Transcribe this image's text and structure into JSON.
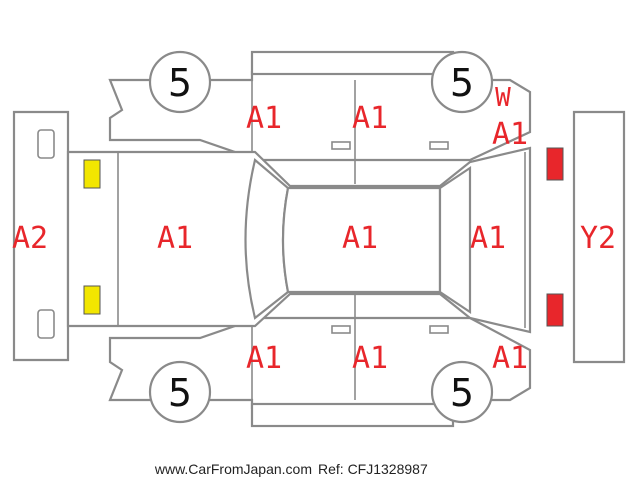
{
  "tyres": {
    "front_left": "5",
    "front_right": "5",
    "rear_left": "5",
    "rear_right": "5"
  },
  "grades": {
    "front_bumper": "A2",
    "hood": "A1",
    "roof": "A1",
    "rear_glass_area": "A1",
    "rear_bumper": "Y2",
    "top_front_door": "A1",
    "top_rear_door": "A1",
    "top_rear_quarter_w": "W",
    "top_rear_quarter": "A1",
    "bottom_front_door": "A1",
    "bottom_rear_door": "A1",
    "bottom_rear_quarter": "A1"
  },
  "lamp_colors": {
    "front": "#f2e600",
    "rear": "#e8262b"
  },
  "footer": {
    "source": "www.CarFromJapan.com",
    "ref": "Ref: CFJ1328987"
  }
}
